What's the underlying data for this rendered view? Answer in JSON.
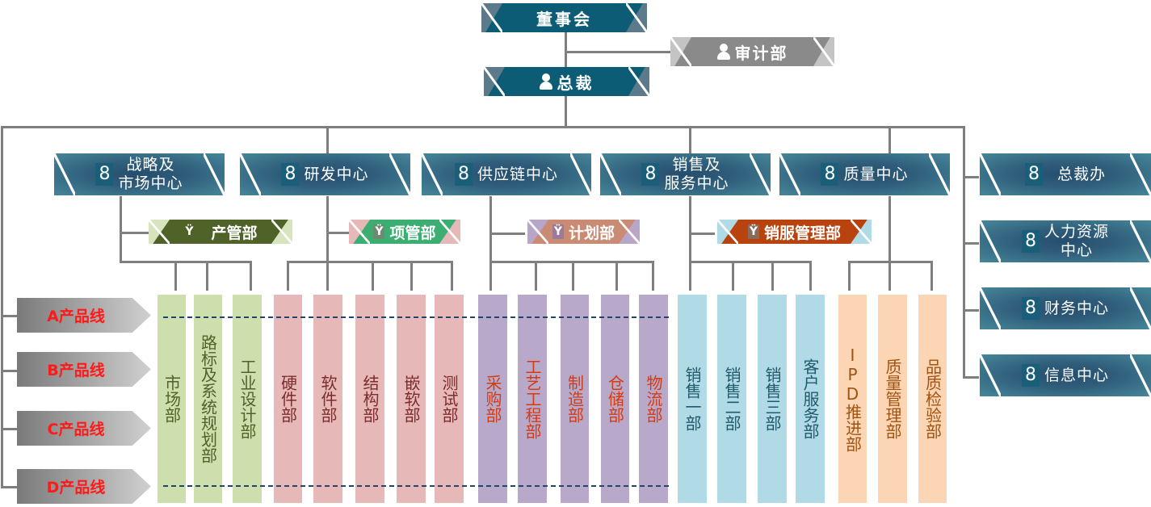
{
  "board": {
    "label": "董事会"
  },
  "audit": {
    "label": "审计部"
  },
  "ceo": {
    "label": "总裁"
  },
  "centers": [
    {
      "label": "战略及\n市场中心",
      "line1": "战略及",
      "line2": "市场中心"
    },
    {
      "label": "研发中心"
    },
    {
      "label": "供应链中心"
    },
    {
      "label": "销售及\n服务中心",
      "line1": "销售及",
      "line2": "服务中心"
    },
    {
      "label": "质量中心"
    }
  ],
  "side_centers": [
    {
      "label": "总裁办"
    },
    {
      "label": "人力资源\n中心",
      "line1": "人力资源",
      "line2": "中心"
    },
    {
      "label": "财务中心"
    },
    {
      "label": "信息中心"
    }
  ],
  "sub_departments": [
    {
      "label": "产管部",
      "color": "#4f6228",
      "edge_color": "#d7e4bd"
    },
    {
      "label": "项管部",
      "color": "#3cae72",
      "edge_color": "#e6b8b7"
    },
    {
      "label": "计划部",
      "color": "#c98b73",
      "edge_color": "#b8a6c9"
    },
    {
      "label": "销服管理部",
      "color": "#b8430e",
      "edge_color": "#b0dbe6"
    }
  ],
  "product_lines": [
    "A产品线",
    "B产品线",
    "C产品线",
    "D产品线"
  ],
  "departments": [
    {
      "label": "市场部",
      "group": "strategy",
      "bg": "#cedfae",
      "fg": "#4f6228"
    },
    {
      "label": "路标及系统规划部",
      "group": "strategy",
      "bg": "#cedfae",
      "fg": "#4f6228"
    },
    {
      "label": "工业设计部",
      "group": "strategy",
      "bg": "#cedfae",
      "fg": "#4f6228"
    },
    {
      "label": "硬件部",
      "group": "rd",
      "bg": "#e6b8b7",
      "fg": "#7b2c2c"
    },
    {
      "label": "软件部",
      "group": "rd",
      "bg": "#e6b8b7",
      "fg": "#7b2c2c"
    },
    {
      "label": "结构部",
      "group": "rd",
      "bg": "#e6b8b7",
      "fg": "#7b2c2c"
    },
    {
      "label": "嵌软部",
      "group": "rd",
      "bg": "#e6b8b7",
      "fg": "#7b2c2c"
    },
    {
      "label": "测试部",
      "group": "rd",
      "bg": "#e6b8b7",
      "fg": "#7b2c2c"
    },
    {
      "label": "采购部",
      "group": "supply",
      "bg": "#b8a9cb",
      "fg": "#d63b10"
    },
    {
      "label": "工艺工程部",
      "group": "supply",
      "bg": "#b8a9cb",
      "fg": "#d63b10"
    },
    {
      "label": "制造部",
      "group": "supply",
      "bg": "#b8a9cb",
      "fg": "#d63b10"
    },
    {
      "label": "仓储部",
      "group": "supply",
      "bg": "#b8a9cb",
      "fg": "#d63b10"
    },
    {
      "label": "物流部",
      "group": "supply",
      "bg": "#b8a9cb",
      "fg": "#d63b10"
    },
    {
      "label": "销售一部",
      "group": "sales",
      "bg": "#b0dae5",
      "fg": "#215a6b"
    },
    {
      "label": "销售二部",
      "group": "sales",
      "bg": "#b0dae5",
      "fg": "#215a6b"
    },
    {
      "label": "销售三部",
      "group": "sales",
      "bg": "#b0dae5",
      "fg": "#215a6b"
    },
    {
      "label": "客户服务部",
      "group": "sales",
      "bg": "#b0dae5",
      "fg": "#215a6b"
    },
    {
      "label": "IPD推进部",
      "group": "quality",
      "bg": "#fcd5b5",
      "fg": "#a0520f"
    },
    {
      "label": "质量管理部",
      "group": "quality",
      "bg": "#fcd5b5",
      "fg": "#a0520f"
    },
    {
      "label": "品质检验部",
      "group": "quality",
      "bg": "#fcd5b5",
      "fg": "#a0520f"
    }
  ],
  "colors": {
    "board": "#0d5c75",
    "audit": "#8a8a8a",
    "connector": "#7f7f7f",
    "product_line_text": "#ff1a1a",
    "dashed_line": "#23456b"
  }
}
